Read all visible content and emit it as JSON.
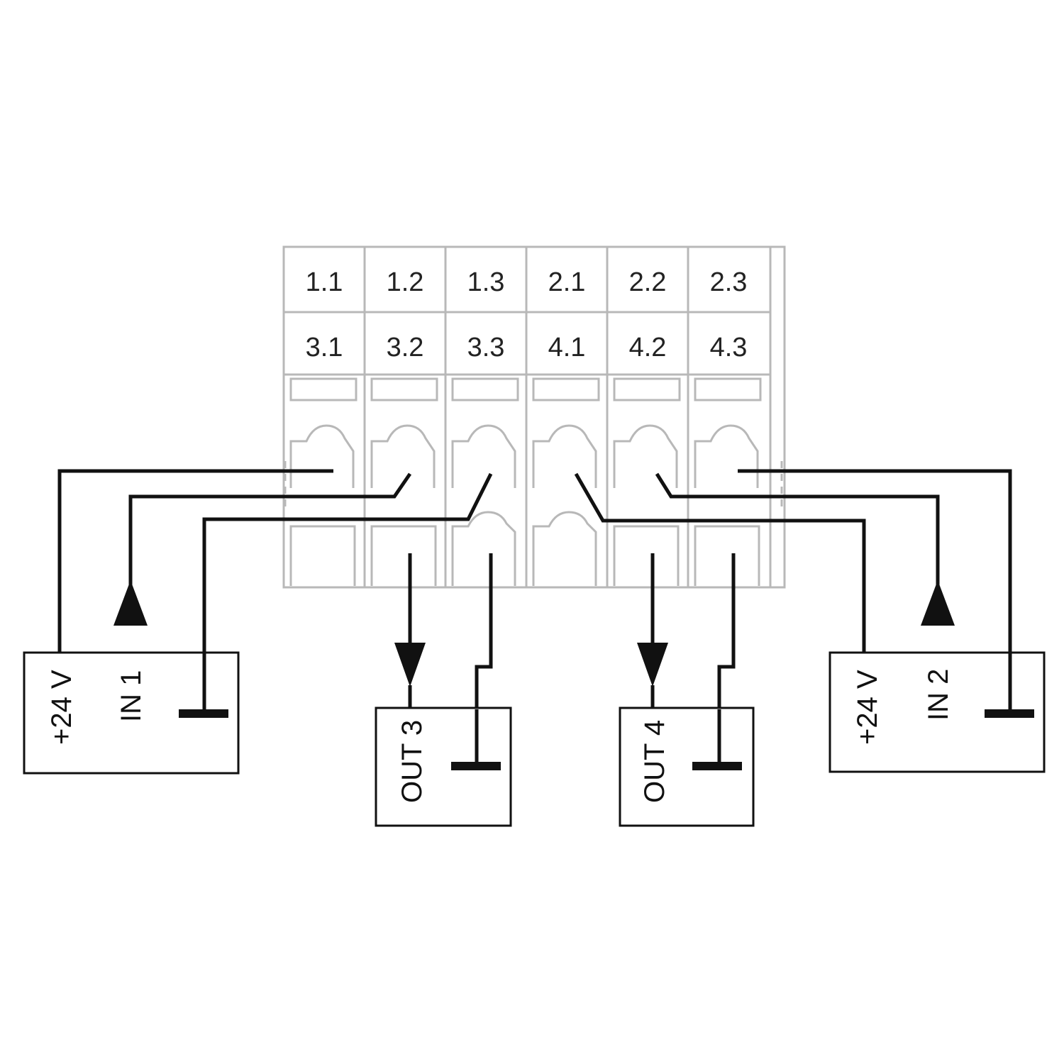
{
  "terminal_block": {
    "top_row": [
      "1.1",
      "1.2",
      "1.3",
      "2.1",
      "2.2",
      "2.3"
    ],
    "bottom_row": [
      "3.1",
      "3.2",
      "3.3",
      "4.1",
      "4.2",
      "4.3"
    ]
  },
  "devices": {
    "left_input": {
      "supply_label": "+24 V",
      "signal_label": "IN 1"
    },
    "out3": {
      "signal_label": "OUT 3"
    },
    "out4": {
      "signal_label": "OUT 4"
    },
    "right_input": {
      "supply_label": "+24 V",
      "signal_label": "IN 2"
    }
  },
  "colors": {
    "wire": "#111111",
    "terminal_outline": "#b8b8b8",
    "background": "#ffffff"
  },
  "icons": [
    "ground-symbol-icon",
    "arrow-up-icon",
    "arrow-down-icon",
    "spring-clamp-icon"
  ]
}
